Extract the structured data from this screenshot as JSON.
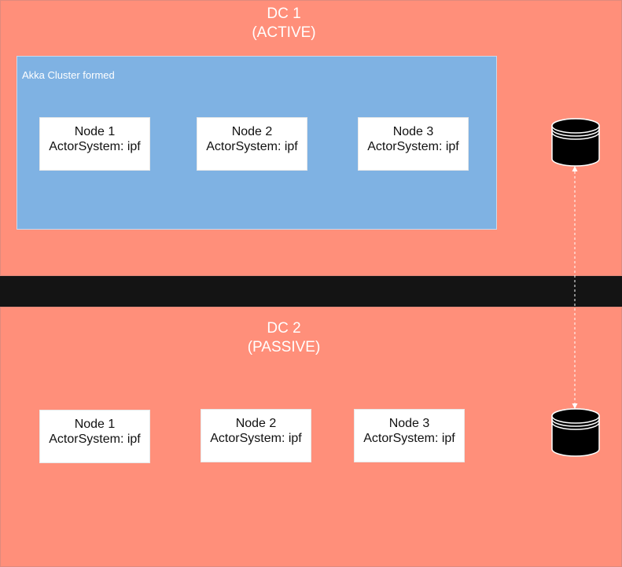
{
  "dc1": {
    "title": "DC 1",
    "subtitle": "(ACTIVE)",
    "cluster_label": "Akka Cluster formed",
    "nodes": [
      {
        "name": "Node 1",
        "system": "ActorSystem: ipf"
      },
      {
        "name": "Node 2",
        "system": "ActorSystem: ipf"
      },
      {
        "name": "Node 3",
        "system": "ActorSystem: ipf"
      }
    ]
  },
  "dc2": {
    "title": "DC 2",
    "subtitle": "(PASSIVE)",
    "nodes": [
      {
        "name": "Node 1",
        "system": "ActorSystem: ipf"
      },
      {
        "name": "Node 2",
        "system": "ActorSystem: ipf"
      },
      {
        "name": "Node 3",
        "system": "ActorSystem: ipf"
      }
    ]
  },
  "icons": {
    "database": "database-icon",
    "replication": "bidirectional-dashed-arrow"
  },
  "colors": {
    "datacenter": "#FF8F7A",
    "cluster": "#7FB2E3",
    "node": "#FFFFFF",
    "separator": "#141414",
    "database": "#000000"
  }
}
